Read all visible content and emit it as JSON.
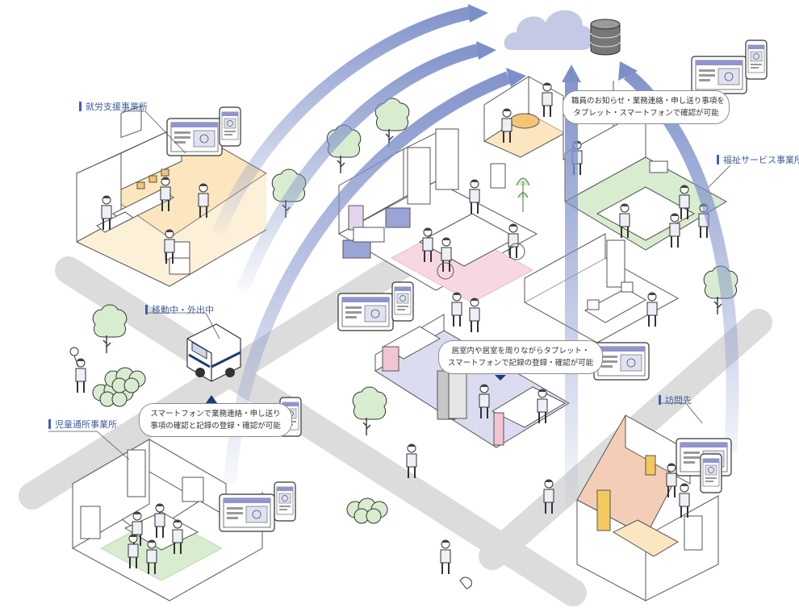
{
  "labels": {
    "employment": "就労支援事業所",
    "moving": "移動中・外出中",
    "children": "児童通所事業所",
    "welfare": "福祉サービス事業所",
    "visit": "訪問先"
  },
  "bubbles": {
    "top": [
      "職員のお知らせ・業務連絡・申し送り事項を",
      "タブレット・スマートフォンで確認が可能"
    ],
    "middle": [
      "居室内や居室を周りながらタブレット・",
      "スマートフォンで記録の登録・確認が可能"
    ],
    "left": [
      "スマートフォンで業務連絡・申し送り",
      "事項の確認と記録の登録・確認が可能"
    ]
  },
  "colors": {
    "arrow": "#7d8fc9",
    "cloud": "#c5c9e6",
    "road": "#dcdcdc",
    "label": "#3f62b5"
  },
  "icons": [
    "cloud-icon",
    "database-icon",
    "tablet-icon",
    "smartphone-icon"
  ]
}
